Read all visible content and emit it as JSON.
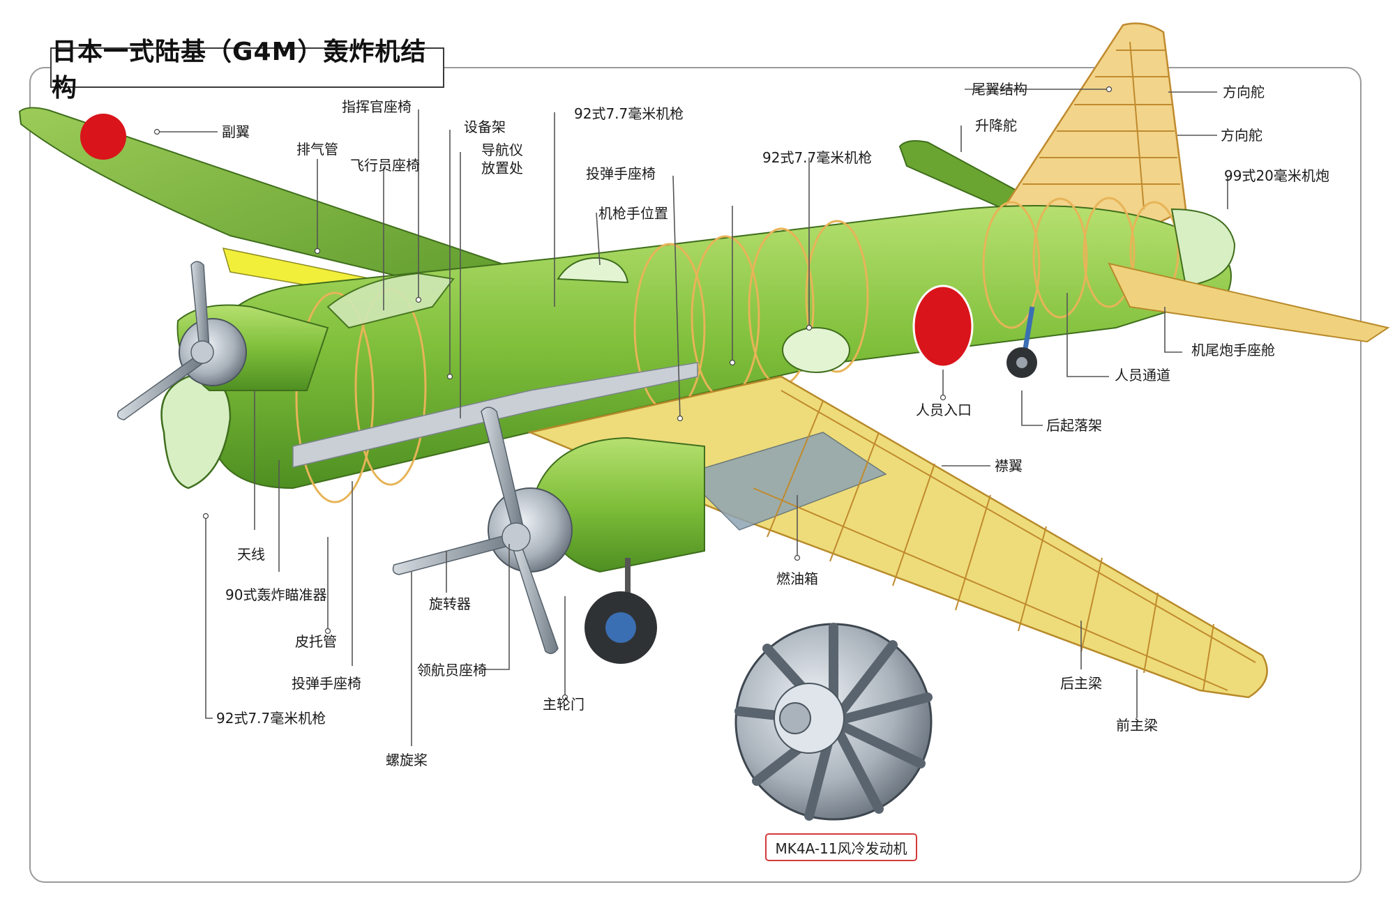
{
  "title": "日本一式陆基（G4M）轰炸机结构",
  "engine_caption": "MK4A-11风冷发动机",
  "labels": {
    "fuyi": "副翼",
    "paiqiguan": "排气管",
    "zhihuiguan": "指挥官座椅",
    "feixingyuan": "飞行员座椅",
    "shebeijia": "设备架",
    "daohangyi": "导航仪",
    "fangzhichu": "放置处",
    "mg92_top": "92式7.7毫米机枪",
    "toudan_top": "投弹手座椅",
    "jiqiangshou": "机枪手位置",
    "mg92_mid": "92式7.7毫米机枪",
    "weiyi": "尾翼结构",
    "shengjiang": "升降舵",
    "fangxiang1": "方向舵",
    "fangxiang2": "方向舵",
    "paodan99": "99式20毫米机炮",
    "jiwei": "机尾炮手座舱",
    "tongdao": "人员通道",
    "rukou": "人员入口",
    "houqi": "后起落架",
    "jinyi": "襟翼",
    "ranyou": "燃油箱",
    "houzhuliang": "后主梁",
    "qianzhuliang": "前主梁",
    "zhulunmen": "主轮门",
    "lingharyuan": "领航员座椅",
    "xuanzhuanqi": "旋转器",
    "luoxuanjiang": "螺旋桨",
    "tianxian": "天线",
    "miaozhun": "90式轰炸瞄准器",
    "pituo": "皮托管",
    "toudan_bot": "投弹手座椅",
    "mg92_bot": "92式7.7毫米机枪"
  },
  "colors": {
    "fuselage": "#7fbf3a",
    "fuselage_dark": "#4e8f22",
    "wing_yellow": "#f2ef3a",
    "frame_gold": "#e7b458",
    "roundel": "#d9141b",
    "engine_grey": "#b9c0c8",
    "prop_grey": "#98a3ad",
    "caption_border": "#d33a3a"
  }
}
